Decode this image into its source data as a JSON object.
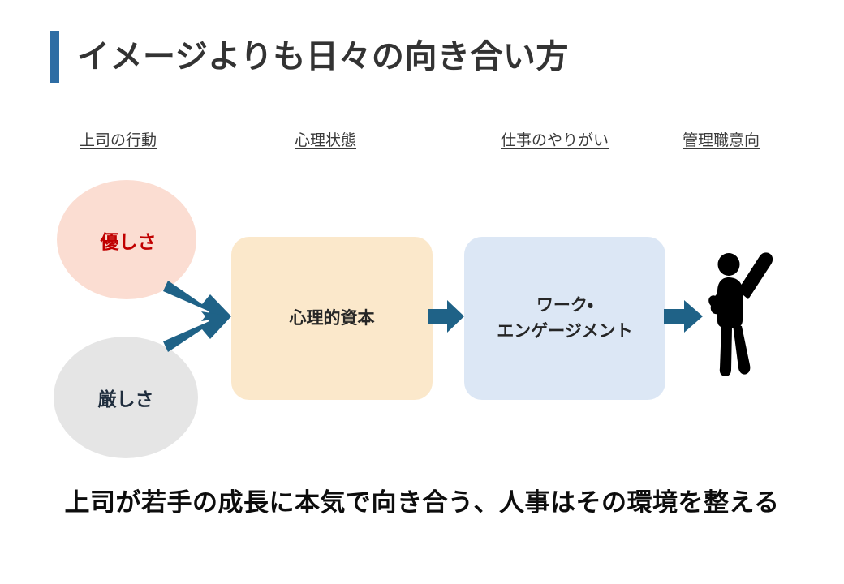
{
  "slide": {
    "title": "イメージよりも日々の向き合い方",
    "accent_color": "#2E6DA4",
    "background_color": "#FFFFFF",
    "caption": "上司が若手の成長に本気で向き合う、人事はその環境を整える"
  },
  "columns": [
    {
      "label": "上司の行動"
    },
    {
      "label": "心理状態"
    },
    {
      "label": "仕事のやりがい"
    },
    {
      "label": "管理職意向"
    }
  ],
  "nodes": {
    "kindness": {
      "label": "優しさ",
      "shape": "circle",
      "fill": "#FBDDD2",
      "text_color": "#C00000"
    },
    "strictness": {
      "label": "厳しさ",
      "shape": "circle",
      "fill": "#E5E5E5",
      "text_color": "#1F2D3D"
    },
    "psycap": {
      "label": "心理的資本",
      "shape": "rounded-rect",
      "fill": "#FBE8CB",
      "text_color": "#262626"
    },
    "engagement": {
      "label_line1": "ワーク・",
      "label_line2": "エンゲージメント",
      "shape": "rounded-rect",
      "fill": "#DCE7F5",
      "text_color": "#262626"
    },
    "outcome": {
      "icon": "person-raising-hand-icon",
      "fill": "#000000"
    }
  },
  "arrows": {
    "color": "#1F6287",
    "items": [
      {
        "from": "kindness",
        "to": "psycap"
      },
      {
        "from": "strictness",
        "to": "psycap"
      },
      {
        "from": "psycap",
        "to": "engagement"
      },
      {
        "from": "engagement",
        "to": "outcome"
      }
    ]
  }
}
